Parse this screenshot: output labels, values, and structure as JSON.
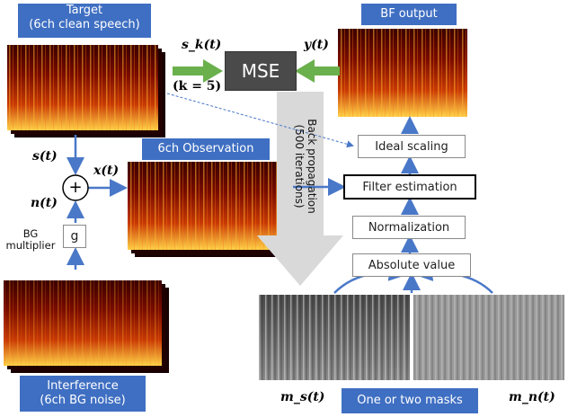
{
  "target_label": "Target\n(6ch clean speech)",
  "bf_output_label": "BF output",
  "observation_label": "6ch Observation",
  "interference_label": "Interference\n(6ch BG noise)",
  "masks_label": "One or two masks",
  "mse_label": "MSE",
  "backprop_label": "Back propagation\n(500 iterations)",
  "bg_multiplier_label": "BG\nmultiplier",
  "gain_label": "g",
  "pipeline": {
    "ideal_scaling": "Ideal scaling",
    "filter_estimation": "Filter estimation",
    "normalization": "Normalization",
    "absolute_value": "Absolute value"
  },
  "math": {
    "s_k": "s_k(t)",
    "k_eq": "(k = 5)",
    "y": "y(t)",
    "s": "s(t)",
    "x": "x(t)",
    "n": "n(t)",
    "m_s": "m_s(t)",
    "m_n": "m_n(t)",
    "plus": "+"
  },
  "colors": {
    "blue_box": "#3f6fc2",
    "arrow_blue": "#4a78c8",
    "arrow_green": "#6ab04c",
    "mse_box": "#4a4a4a",
    "backprop_arrow": "#d9d9d9"
  }
}
